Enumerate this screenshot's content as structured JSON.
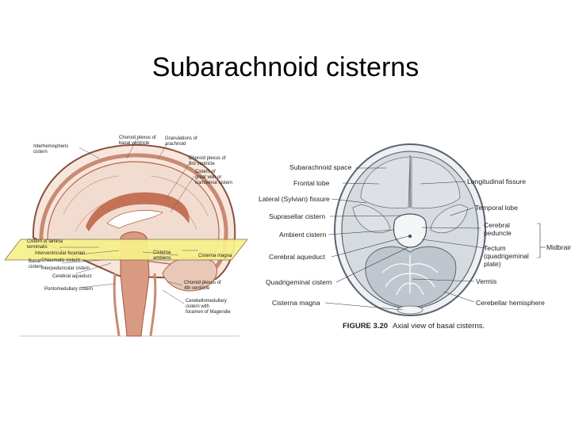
{
  "title": "Subarachnoid cisterns",
  "sagittal": {
    "labels": {
      "choroid_third": "Choroid plexus of",
      "choroid_third_2": "basal ventricle",
      "granulations": "Granulations of",
      "granulations_2": "arachnoid",
      "interhemispheric": "Interhemispheric",
      "interhemispheric_2": "cistern",
      "choroid_plexus_3rd": "Choroid plexus of",
      "choroid_plexus_3rd_2": "3rd ventricle",
      "cistern_great_vein": "Cistern of",
      "cistern_great_vein_2": "great vein or",
      "cistern_great_vein_3": "transverse cistern",
      "lamina_terminalis": "Cistern of lamina",
      "lamina_terminalis_2": "terminalis",
      "interventricular": "Interventricular foramen",
      "basal": "Basal",
      "basal_2": "cistern",
      "chiasmatic": "Chiasmatic cistern",
      "interpeduncular": "Interpeduncular cistern",
      "cerebral_aqueduct": "Cerebral aqueduct",
      "cisterna_ambiens": "Cisterna",
      "cisterna_ambiens_2": "ambiens",
      "cisterna_magna": "Cisterna magna",
      "pontomedullary": "Pontomedullary cistern",
      "choroid_fourth": "Choroid plexus of",
      "choroid_fourth_2": "4th ventricle",
      "cerebellomedullary": "Cerebellomedullary",
      "cerebellomedullary_2": "cistern with",
      "cerebellomedullary_3": "foramen of Magendie"
    }
  },
  "axial": {
    "labels": {
      "subarachnoid_space": "Subarachnoid space",
      "frontal_lobe": "Frontal lobe",
      "lateral_fissure": "Lateral (Sylvian) fissure",
      "suprasellar": "Suprasellar cistern",
      "ambient": "Ambient cistern",
      "aqueduct": "Cerebral aqueduct",
      "quadrigeminal": "Quadrigeminal cistern",
      "cisterna_magna": "Cisterna magna",
      "longitudinal": "Longitudinal fissure",
      "temporal_lobe": "Temporal lobe",
      "peduncle": "Cerebral",
      "peduncle_2": "peduncle",
      "tectum": "Tectum",
      "tectum_2": "(quadrigeminal",
      "tectum_3": "plate)",
      "midbrain": "Midbrain",
      "vermis": "Vermis",
      "cerebellar_hemisphere": "Cerebellar hemisphere"
    },
    "caption_bold": "FIGURE 3.20",
    "caption_text": "Axial view of basal cisterns."
  },
  "colors": {
    "highlight": "#f8f08a",
    "brain_tissue": "#f2dcd0",
    "brown": "#b5654a",
    "axial_gray": "#d6dbe0",
    "axial_outline": "#5a6470"
  }
}
